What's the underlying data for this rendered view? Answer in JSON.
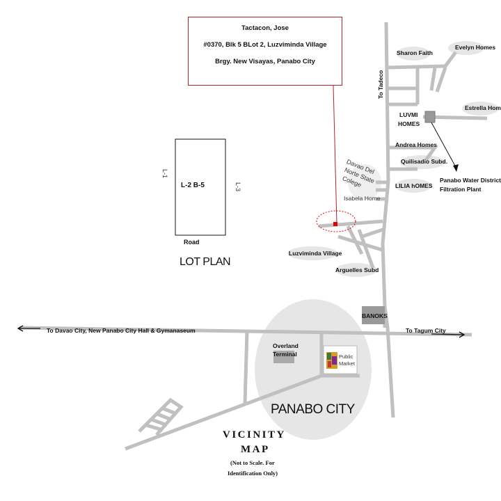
{
  "owner": {
    "name": "Tactacon, Jose",
    "address": "#0370, Blk 5 BLot 2, Luzviminda Village",
    "barangay": "Brgy. New Visayas, Panabo City"
  },
  "lot_plan": {
    "title": "LOT PLAN",
    "lot_label": "L-2 B-5",
    "left_label": "L-1",
    "right_label": "L-3",
    "road_label": "Road"
  },
  "places": {
    "sharon_faith": "Sharon Faith",
    "evelyn_homes": "Evelyn Homes",
    "to_tadeco": "To Tadeco",
    "estrella_home": "Estrella Home",
    "luvmi_homes_1": "LUVMI",
    "luvmi_homes_2": "HOMES",
    "andrea_homes": "Andrea Homes",
    "quilisadio": "Quilisadio Subd.",
    "lilia_homes": "LILIA hOMES",
    "water_district_1": "Panabo Water District",
    "water_district_2": "Filtration Plant",
    "college_1": "Davao Del",
    "college_2": "Norte State",
    "college_3": "Colege",
    "isabela_home": "Isabela Home",
    "luzviminda": "Luzviminda Village",
    "arguelles": "Arguelles Subd",
    "banoks": "BANOKS",
    "to_davao": "To Davao City, New Panabo City Hall & Gymanaseum",
    "to_tagum": "To Tagum City",
    "overland_1": "Overland",
    "overland_2": "Terminal",
    "market_1": "Public",
    "market_2": "Market",
    "panabo_city": "PANABO CITY"
  },
  "legend": {
    "title_1": "VICINITY",
    "title_2": "MAP",
    "note_1": "(Not to Scale. For",
    "note_2": "Identification Only)"
  },
  "colors": {
    "road": "#c0c0c0",
    "highlight": "#e6e6e6",
    "marker": "#e00000",
    "callout": "#b22222"
  }
}
